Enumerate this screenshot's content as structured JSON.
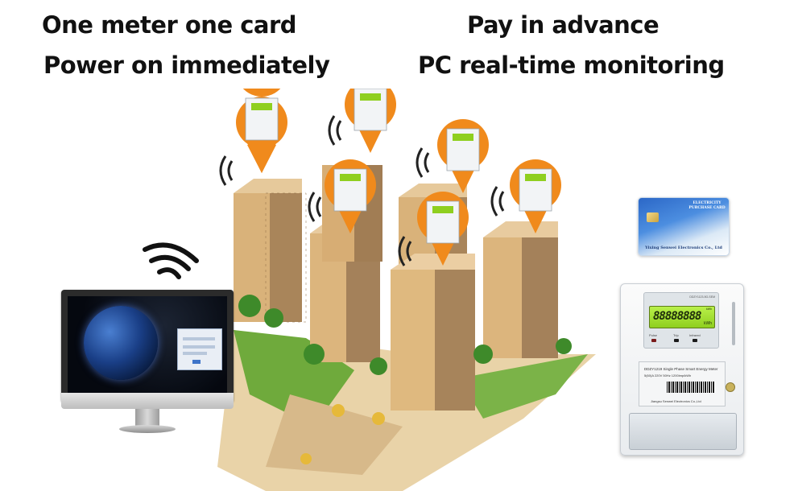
{
  "headlines": {
    "left_line1": "One meter one card",
    "left_line2": "Power on immediately",
    "right_line1": "Pay in advance",
    "right_line2": "PC real-time monitoring"
  },
  "card": {
    "title": "ELECTRICITY PURCHASE CARD",
    "company": "Yixing Senwei Electronics Co., Ltd"
  },
  "meter": {
    "model_small": "DDZY1123-5G-SEM",
    "lcd_digits": "88888888",
    "lcd_unit": "kWh",
    "lcd_tag": "kWh",
    "pulse_label": "Pulse",
    "trip_label": "Trip",
    "infrared_label": "Infrared",
    "plate_title": "DDZY1219 Single Phase Smart Energy Meter",
    "plate_spec": "5(60)A 220V 50Hz 1200imp/kWh",
    "plate_maker": "Jiangsu Senwei Electronics Co.,Ltd"
  },
  "colors": {
    "pin_orange": "#f08a1c",
    "building_tan": "#d8b27c",
    "lcd_green": "#a6e33a",
    "card_blue": "#2b67c7"
  },
  "icons": [
    "wifi-signal-icon",
    "map-pin-icon",
    "energy-meter-icon",
    "globe-icon"
  ]
}
